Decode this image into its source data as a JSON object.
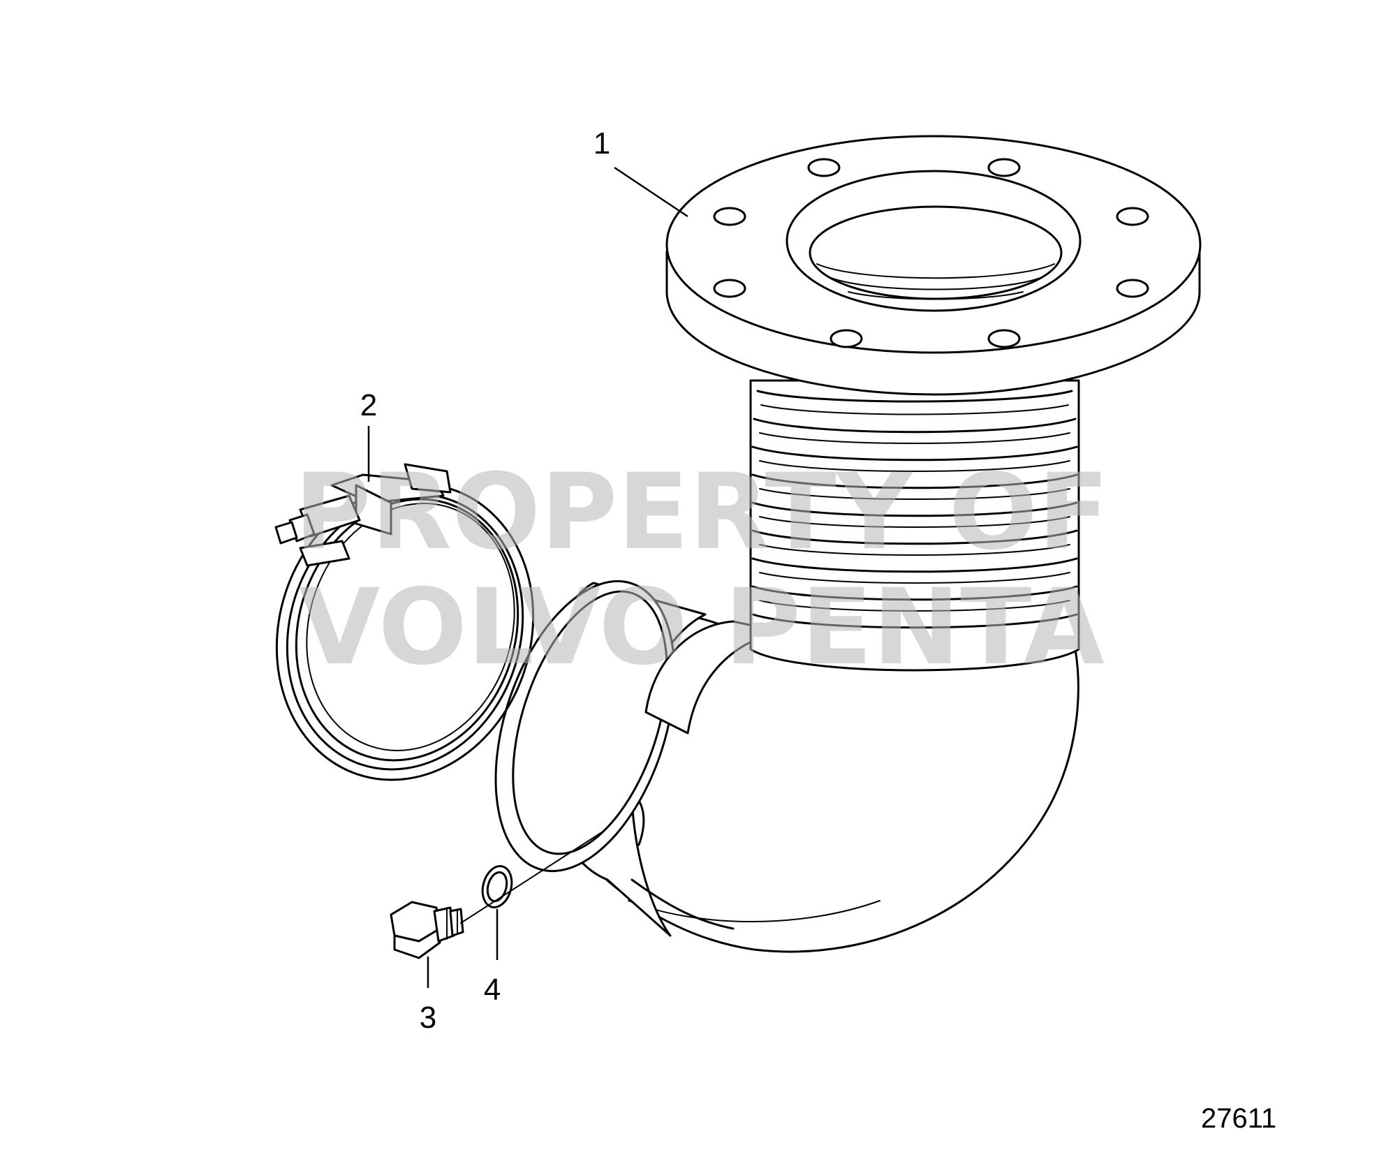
{
  "callouts": [
    {
      "label": "1",
      "part": "bellows-elbow"
    },
    {
      "label": "2",
      "part": "v-band-clamp"
    },
    {
      "label": "3",
      "part": "plug"
    },
    {
      "label": "4",
      "part": "sealing-washer"
    }
  ],
  "watermark": {
    "line1": "PROPERTY OF",
    "line2": "VOLVO PENTA"
  },
  "figure_number": "27611"
}
